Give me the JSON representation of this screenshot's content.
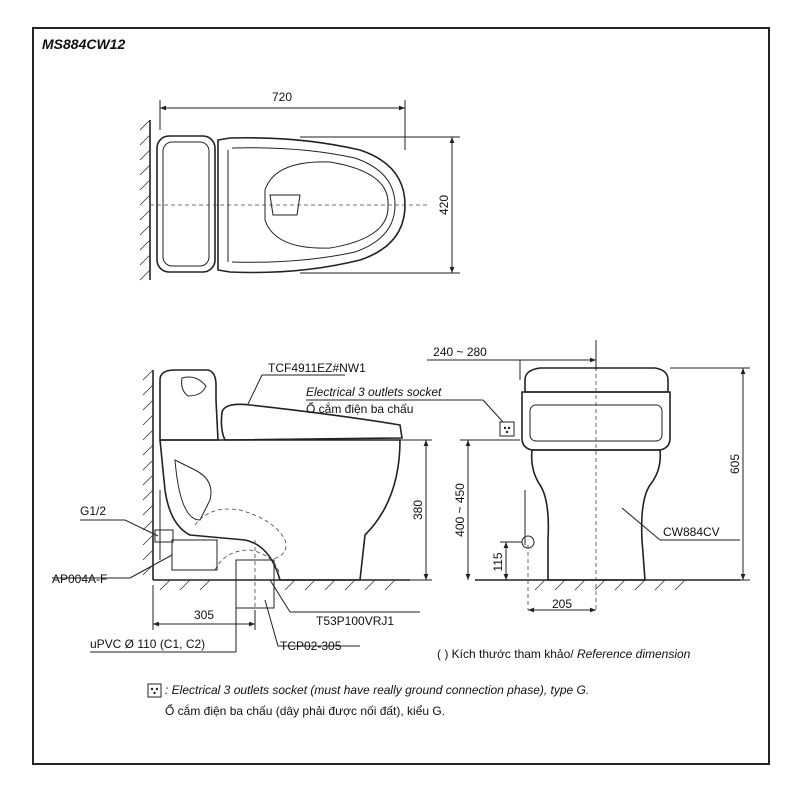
{
  "model": "MS884CW12",
  "dimensions": {
    "top_width": "720",
    "top_depth": "420",
    "wall_distance": "240 ~ 280",
    "height": "605",
    "seat_height": "400 ~ 450",
    "seat_height_side": "380",
    "supply_height": "115",
    "rough_in": "305",
    "front_width": "205"
  },
  "labels": {
    "seat_model": "TCF4911EZ#NW1",
    "socket_en": "Electrical 3 outlets socket",
    "socket_vi": "Ổ cắm điện ba chấu",
    "inlet": "G1/2",
    "valve": "AP004A-F",
    "flange": "T53P100VRJ1",
    "pipe": "uPVC Ø 110 (C1, C2)",
    "adapter": "TCP02-305",
    "bowl_model": "CW884CV"
  },
  "notes": {
    "reference_vi": "( ) Kích thước tham khảo/ ",
    "reference_en": "Reference dimension",
    "socket_symbol": "⠦",
    "socket_note_en": ": Electrical 3 outlets socket (must have really ground connection phase), type G.",
    "socket_note_vi": "Ổ cắm điện ba chấu (dây phải được nối đất), kiểu G."
  }
}
